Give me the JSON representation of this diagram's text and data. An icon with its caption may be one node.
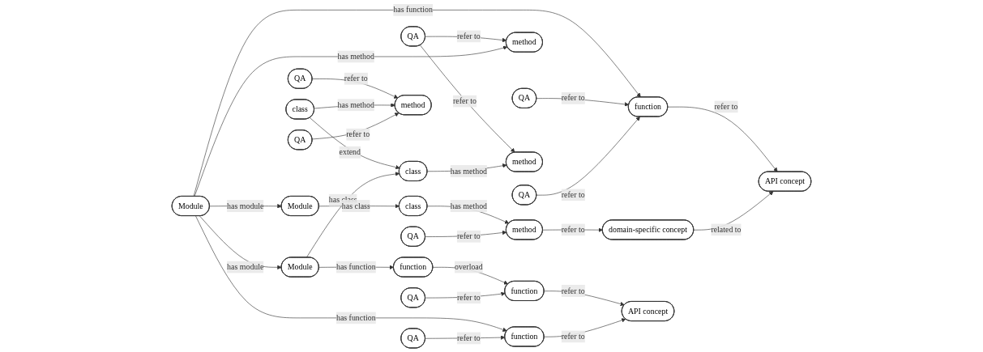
{
  "diagram": {
    "nodes": [
      {
        "text": [
          "QA"
        ]
      },
      {
        "text": [
          "method"
        ]
      },
      {
        "text": [
          "QA"
        ]
      },
      {
        "text": [
          "method"
        ]
      },
      {
        "text": [
          "QA"
        ]
      },
      {
        "text": [
          "function"
        ]
      },
      {
        "text": [
          "QA"
        ]
      },
      {
        "text": [
          "class"
        ]
      },
      {
        "text": [
          "method"
        ]
      },
      {
        "text": [
          "API concept"
        ]
      },
      {
        "text": [
          "Module"
        ]
      },
      {
        "text": [
          "class"
        ]
      },
      {
        "text": [
          "Module"
        ]
      },
      {
        "text": [
          "Module"
        ]
      },
      {
        "text": [
          "class"
        ]
      },
      {
        "text": [
          "domain-specific concept"
        ]
      },
      {
        "text": [
          "function"
        ]
      },
      {
        "text": [
          "QA"
        ]
      },
      {
        "text": [
          "function"
        ]
      },
      {
        "text": [
          "function"
        ]
      },
      {
        "text": [
          "method"
        ]
      },
      {
        "text": [
          "QA"
        ]
      },
      {
        "text": [
          "API concept"
        ]
      },
      {
        "text": [
          "QA"
        ]
      },
      {
        "text": [
          "QA"
        ]
      }
    ],
    "edges": [
      {
        "from": 0,
        "to": 1,
        "arrow": "to",
        "label": "refer to"
      },
      {
        "from": 0,
        "to": 3,
        "arrow": "to",
        "label": "refer to"
      },
      {
        "from": 12,
        "to": 1,
        "arrow": "to",
        "label": "has method"
      },
      {
        "from": 7,
        "to": 3,
        "arrow": "to",
        "label": "has method"
      },
      {
        "from": 4,
        "to": 8,
        "arrow": "to",
        "label": "refer to"
      },
      {
        "from": 11,
        "to": 7,
        "arrow": "to",
        "label": "extend"
      },
      {
        "from": 13,
        "to": 7,
        "arrow": "to",
        "label": "has class"
      },
      {
        "from": 11,
        "to": 8,
        "arrow": "to",
        "label": "has method"
      },
      {
        "from": 17,
        "to": 8,
        "arrow": "to",
        "label": "refer to"
      },
      {
        "from": 12,
        "to": 13,
        "arrow": "to",
        "label": "has module"
      },
      {
        "from": 12,
        "to": 5,
        "arrow": "to",
        "label": "has function"
      },
      {
        "from": 12,
        "to": 10,
        "arrow": "to",
        "label": "has module"
      },
      {
        "from": 12,
        "to": 16,
        "arrow": "to",
        "label": "has function"
      },
      {
        "from": 2,
        "to": 5,
        "arrow": "to",
        "label": "refer to"
      },
      {
        "from": 6,
        "to": 5,
        "arrow": "to",
        "label": "refer to"
      },
      {
        "from": 5,
        "to": 9,
        "arrow": "to",
        "label": "refer to"
      },
      {
        "from": 10,
        "to": 14,
        "arrow": "to",
        "label": "has class"
      },
      {
        "from": 15,
        "to": 9,
        "arrow": "to",
        "label": "related to"
      },
      {
        "from": 14,
        "to": 20,
        "arrow": "to",
        "label": "has method"
      },
      {
        "from": 20,
        "to": 15,
        "arrow": "to",
        "label": "refer to"
      },
      {
        "from": 24,
        "to": 20,
        "arrow": "to",
        "label": "refer to"
      },
      {
        "from": 13,
        "to": 18,
        "arrow": "to",
        "label": "has function"
      },
      {
        "from": 18,
        "to": 19,
        "arrow": "to",
        "label": "overload"
      },
      {
        "from": 21,
        "to": 19,
        "arrow": "to",
        "label": "refer to"
      },
      {
        "from": 19,
        "to": 22,
        "arrow": "to",
        "label": "refer to"
      },
      {
        "from": 16,
        "to": 22,
        "arrow": "to",
        "label": "refer to"
      },
      {
        "from": 23,
        "to": 16,
        "arrow": "to",
        "label": "refer to"
      }
    ]
  }
}
